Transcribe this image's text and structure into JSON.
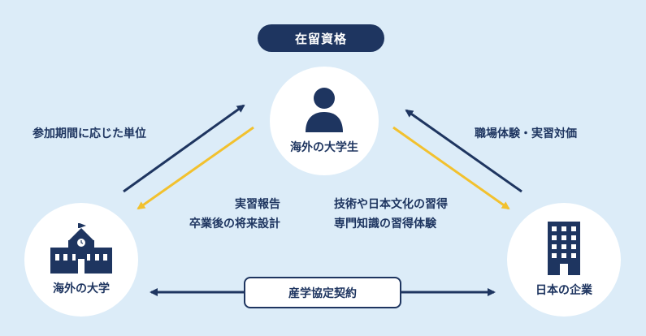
{
  "status_label": "在留資格",
  "nodes": {
    "student": "海外の大学生",
    "university": "海外の大学",
    "company": "日本の企業"
  },
  "edges": {
    "univ_to_student": "参加期間に応じた単位",
    "student_to_univ_line1": "実習報告",
    "student_to_univ_line2": "卒業後の将来設計",
    "company_to_student": "職場体験・実習対価",
    "student_to_company_line1": "技術や日本文化の習得",
    "student_to_company_line2": "専門知識の習得体験",
    "univ_company": "産学協定契約"
  },
  "icons": [
    "person-icon",
    "school-icon",
    "building-icon"
  ],
  "colors": {
    "navy": "#1e3560",
    "yellow": "#f2c12e",
    "background": "#dcecf8"
  }
}
